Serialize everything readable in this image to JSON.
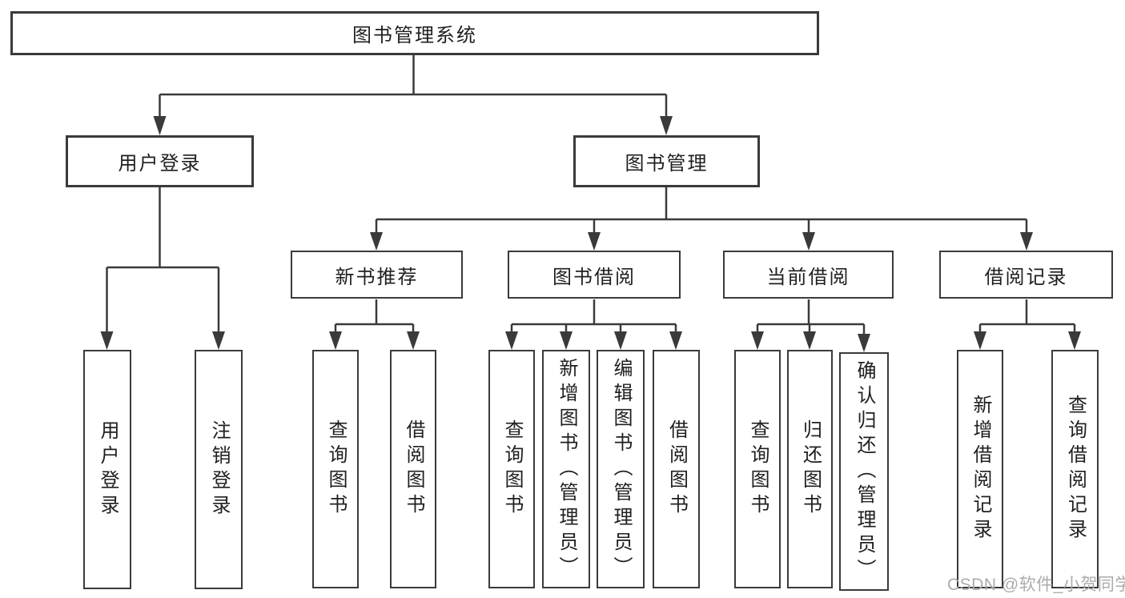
{
  "tree": {
    "label": "图书管理系统",
    "children": [
      {
        "label": "用户登录",
        "children": [
          {
            "label": "用户登录"
          },
          {
            "label": "注销登录"
          }
        ]
      },
      {
        "label": "图书管理",
        "children": [
          {
            "label": "新书推荐",
            "children": [
              {
                "label": "查询图书"
              },
              {
                "label": "借阅图书"
              }
            ]
          },
          {
            "label": "图书借阅",
            "children": [
              {
                "label": "查询图书"
              },
              {
                "label": "新增图书（管理员）"
              },
              {
                "label": "编辑图书（管理员）"
              },
              {
                "label": "借阅图书"
              }
            ]
          },
          {
            "label": "当前借阅",
            "children": [
              {
                "label": "查询图书"
              },
              {
                "label": "归还图书"
              },
              {
                "label": "确认归还（管理员）"
              }
            ]
          },
          {
            "label": "借阅记录",
            "children": [
              {
                "label": "新增借阅记录"
              },
              {
                "label": "查询借阅记录"
              }
            ]
          }
        ]
      }
    ]
  },
  "watermark": {
    "text": "CSDN @软件_小贺同学"
  },
  "colors": {
    "line": "#3a3a3a",
    "box_border": "#3a3a3a",
    "box_fill": "#ffffff",
    "text": "#1f1f1f",
    "watermark": "#ababab",
    "background": "#ffffff"
  }
}
